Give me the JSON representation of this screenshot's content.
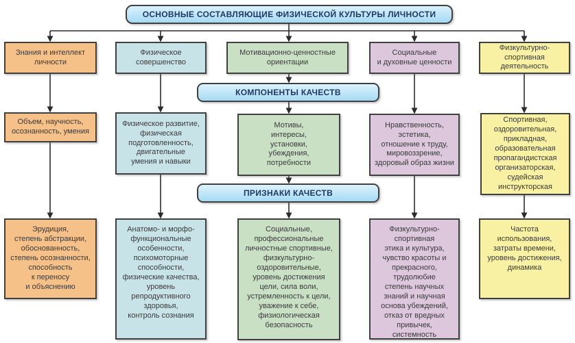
{
  "title": {
    "text": "ОСНОВНЫЕ СОСТАВЛЯЮЩИЕ ФИЗИЧЕСКОЙ КУЛЬТУРЫ ЛИЧНОСТИ",
    "fill_top": "#d9f2fc",
    "fill_bottom": "#a5daf3",
    "text_color": "#1f3864"
  },
  "bands": {
    "components": "КОМПОНЕНТЫ КАЧЕСТВ",
    "attributes": "ПРИЗНАКИ КАЧЕСТВ"
  },
  "colors": {
    "outline": "#3f3f3f",
    "connector": "#2b2b2b",
    "body_text": "#3a3a3a"
  },
  "columns": [
    {
      "name": "Знания и интеллект личности",
      "color": "#f5c189",
      "header": "Знания и интеллект\nличности",
      "components": "Объем, научность,\nосознанность, умения",
      "attributes": "Эрудиция,\nстепень абстракции,\nобоснованность,\nстепень осознанности,\nспособность\nк переносу\nи объяснению"
    },
    {
      "name": "Физическое совершенство",
      "color": "#c8e3e8",
      "header": "Физическое\nсовершенство",
      "components": "Физическое развитие,\nфизическая\nподготовленность,\nдвигательные\nумения и навыки",
      "attributes": "Анатомо- и морфо-\nфункциональные\nособенности,\nпсихомоторные\nспособности,\nфизические качества,\nуровень\nрепродуктивного\nздоровья,\nконтроль сознания"
    },
    {
      "name": "Мотивационно-ценностные ориентации",
      "color": "#c9e0c5",
      "header": "Мотивационно-ценностные\nориентации",
      "components": "Мотивы,\nинтересы,\nустановки,\nубеждения,\nпотребности",
      "attributes": "Социальные,\nпрофессиональные\nличностные спортивные,\nфизкультурно-\nоздоровительные,\nуровень достижения\nцели, сила воли,\nустремленность к цели,\nуважение к себе,\nфизиологическая\nбезопасность"
    },
    {
      "name": "Социальные и духовные ценности",
      "color": "#dcc7dd",
      "header": "Социальные\nи духовные ценности",
      "components": "Нравственность,\nэстетика,\nотношение к труду,\nмировоззрение,\nздоровый образ жизни",
      "attributes": "Физкультурно-\nспортивная\nэтика и культура,\nчувство красоты и\nпрекрасного,\nтрудолюбие\nстепень научных\nзнаний и научная\nоснова убеждений,\nотказ от вредных\nпривычек,\nсистемность"
    },
    {
      "name": "Физкультурно-спортивная деятельность",
      "color": "#f8f1a3",
      "header": "Физкультурно-\nспортивная\nдеятельность",
      "components": "Спортивная,\nоздоровительная,\nприкладная,\nобразовательная\nпропагандистская\nорганизаторская,\nсудейская\nинструкторская",
      "attributes": "Частота\nиспользования,\nзатраты времени,\nуровень достижения,\nдинамика"
    }
  ]
}
